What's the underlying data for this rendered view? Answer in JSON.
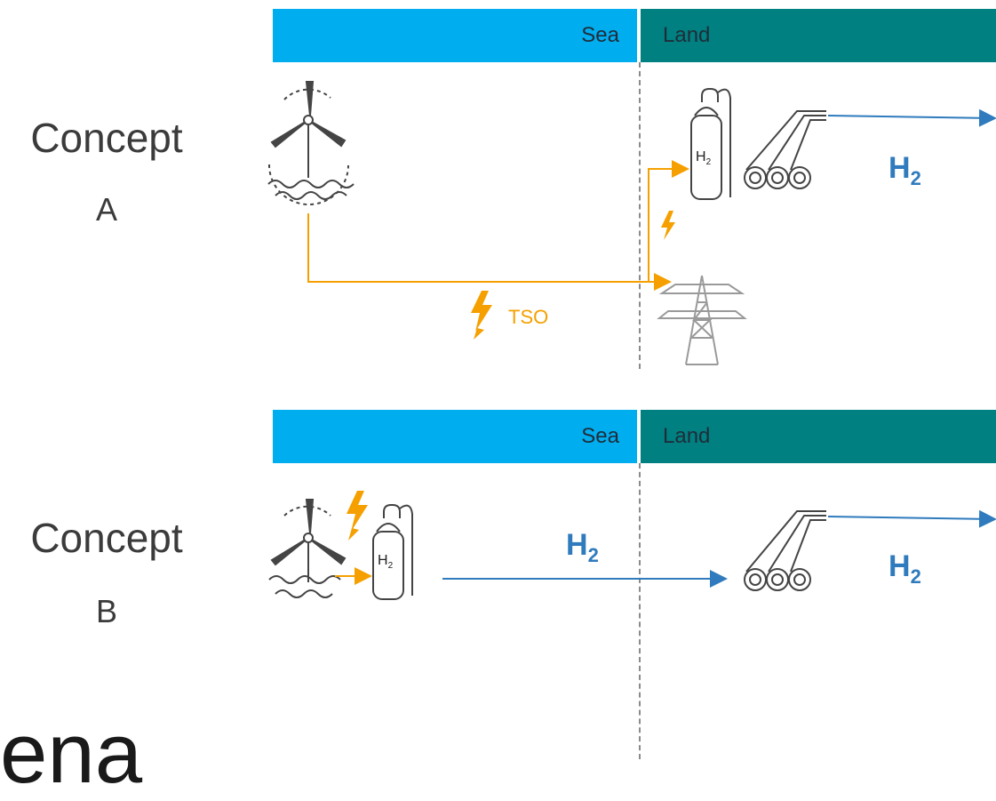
{
  "concept_a": {
    "title": "Concept",
    "letter": "A",
    "band": {
      "sea_label": "Sea",
      "land_label": "Land"
    },
    "hydrogen_label": "H",
    "hydrogen_subscript": "2",
    "grid_label": "TSO",
    "tank_label": "H",
    "tank_subscript": "2"
  },
  "concept_b": {
    "title": "Concept",
    "letter": "B",
    "band": {
      "sea_label": "Sea",
      "land_label": "Land"
    },
    "offshore_hydrogen_label": "H",
    "offshore_hydrogen_subscript": "2",
    "onshore_hydrogen_label": "H",
    "onshore_hydrogen_subscript": "2",
    "tank_label": "H",
    "tank_subscript": "2"
  },
  "footer": {
    "partial_text": "ena"
  },
  "colors": {
    "sea": "#00adee",
    "land": "#008080",
    "electricity": "#f5a000",
    "hydrogen": "#2f7bbd",
    "icon_stroke": "#444444",
    "pylon": "#9a9a9a"
  }
}
